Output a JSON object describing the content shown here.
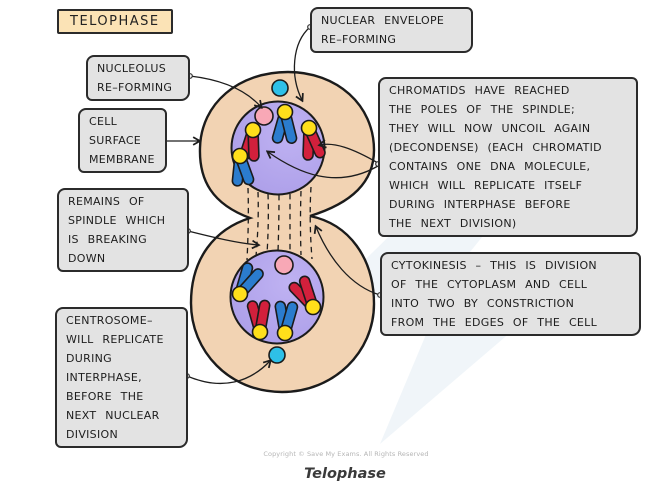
{
  "stage_label": "TELOPHASE",
  "callouts": {
    "nuclear_envelope": {
      "text": "NUCLEAR ENVELOPE\nRE–FORMING"
    },
    "nucleolus": {
      "text": "NUCLEOLUS\nRE–FORMING"
    },
    "cell_surface_membrane": {
      "text": "CELL\nSURFACE\nMEMBRANE"
    },
    "remains_of_spindle": {
      "text": "REMAINS OF\nSPINDLE WHICH\nIS BREAKING\nDOWN"
    },
    "centrosome": {
      "text": "CENTROSOME–\nWILL REPLICATE\nDURING\nINTERPHASE,\nBEFORE THE\nNEXT NUCLEAR\nDIVISION"
    },
    "chromatids": {
      "text": "CHROMATIDS HAVE REACHED\nTHE POLES OF THE SPINDLE;\nTHEY WILL NOW UNCOIL AGAIN\n(DECONDENSE) (EACH CHROMATID\nCONTAINS ONE DNA MOLECULE,\nWHICH WILL REPLICATE ITSELF\nDURING INTERPHASE BEFORE\nTHE NEXT DIVISION)"
    },
    "cytokinesis": {
      "text": "CYTOKINESIS – THIS IS DIVISION\nOF THE CYTOPLASM AND CELL\nINTO TWO BY CONSTRICTION\nFROM THE EDGES OF THE CELL"
    }
  },
  "footer": {
    "copyright": "Copyright © Save My Exams. All Rights Reserved",
    "caption": "Telophase"
  },
  "colors": {
    "cytoplasm": "#F2D3B3",
    "membrane_outline": "#1B1B1B",
    "nucleus": "#AB9DE8",
    "nucleus_light": "#BFB2F2",
    "nucleolus": "#F8A8B6",
    "centromere": "#FFDF1B",
    "chromatid_blue": "#2B7CCE",
    "chromatid_red": "#D2203C",
    "centrosome": "#2EC0E8",
    "box_bg": "#E3E3E3",
    "box_border": "#2B2B2B",
    "title_bg": "#FBE3B6",
    "ink": "#1D1D1D",
    "arrow": "#1D1D1D",
    "watermark": "#E2ECF3",
    "copyright": "#B5B5B5",
    "caption": "#3A3A3A"
  }
}
